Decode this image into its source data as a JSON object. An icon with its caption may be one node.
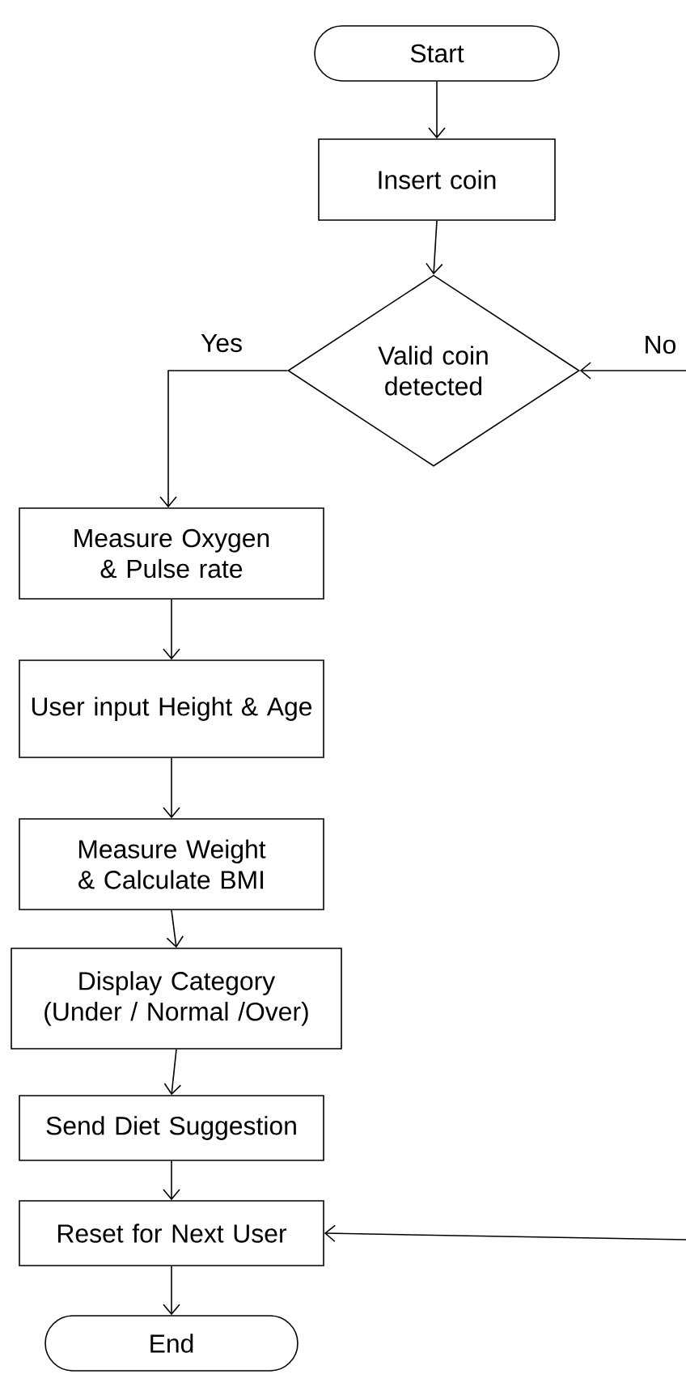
{
  "diagram": {
    "nodes": [
      {
        "text": [
          "Start"
        ]
      },
      {
        "text": [
          "Insert coin"
        ]
      },
      {
        "text": [
          "Valid coin detected"
        ]
      },
      {
        "text": [
          "Measure Oxygen & Pulse rate"
        ]
      },
      {
        "text": [
          "User input Height & Age"
        ]
      },
      {
        "text": [
          "Measure Weight & Calculate BMI"
        ]
      },
      {
        "text": [
          "Display Category (Under / Normal /Over)"
        ]
      },
      {
        "text": [
          "Send Diet Suggestion"
        ]
      },
      {
        "text": [
          "Reset for Next User"
        ]
      },
      {
        "text": [
          "End"
        ]
      }
    ],
    "edges": [
      {
        "from": 0,
        "to": 1,
        "arrow": "to"
      },
      {
        "from": 1,
        "to": 2,
        "arrow": "to"
      },
      {
        "from": 2,
        "to": 3,
        "arrow": "to",
        "label": "Yes"
      },
      {
        "from": null,
        "to": 2,
        "arrow": "to",
        "label": "No"
      },
      {
        "from": 3,
        "to": 4,
        "arrow": "to"
      },
      {
        "from": 4,
        "to": 5,
        "arrow": "to"
      },
      {
        "from": 5,
        "to": 6,
        "arrow": "to"
      },
      {
        "from": 6,
        "to": 7,
        "arrow": "to"
      },
      {
        "from": 7,
        "to": 8,
        "arrow": "to"
      },
      {
        "from": null,
        "to": 8,
        "arrow": "to"
      },
      {
        "from": 8,
        "to": 9,
        "arrow": "to"
      }
    ]
  }
}
